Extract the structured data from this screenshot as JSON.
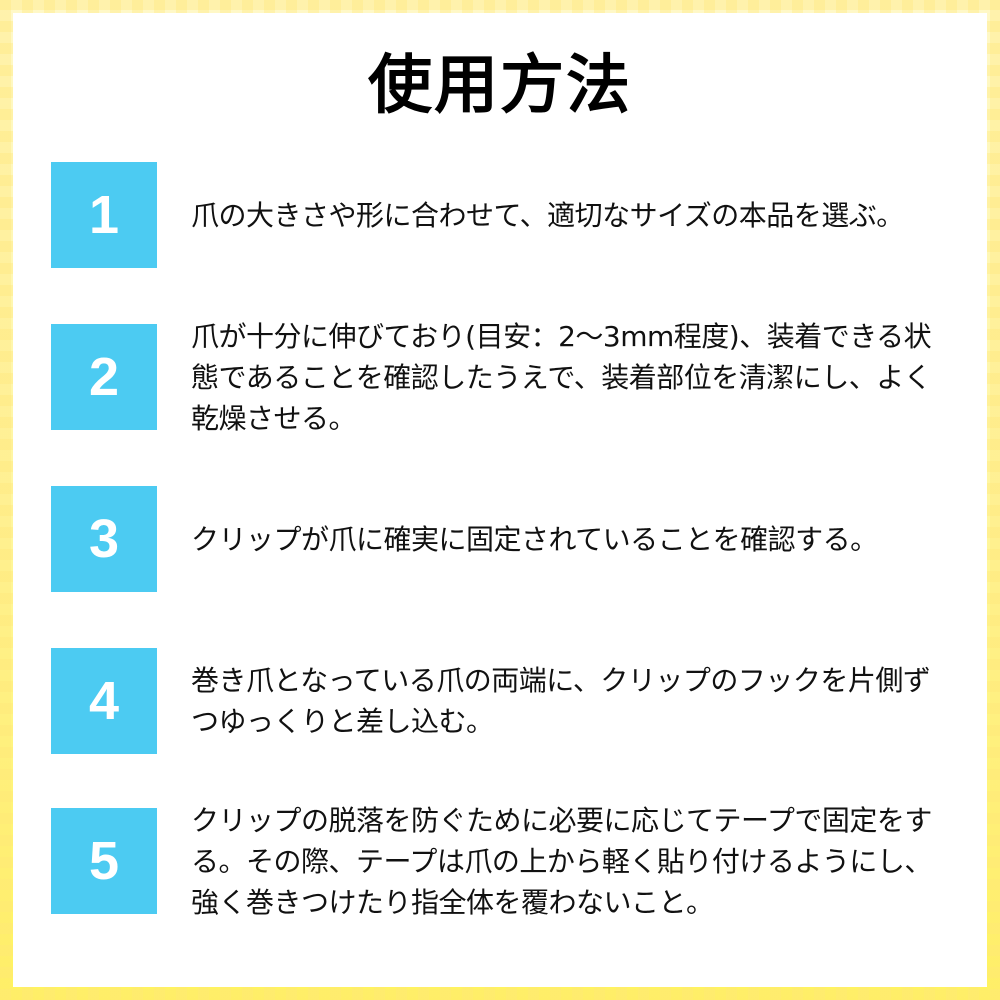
{
  "title": "使用方法",
  "colors": {
    "number_box": "#4ccbf2",
    "border_top": "#fff8c8",
    "border_bottom": "#fff35e",
    "panel": "#ffffff",
    "text": "#111111"
  },
  "steps": [
    {
      "number": "1",
      "text": "爪の大きさや形に合わせて、適切なサイズの本品を選ぶ。"
    },
    {
      "number": "2",
      "text": "爪が十分に伸びており(目安：2〜3mm程度)、装着できる状態であることを確認したうえで、装着部位を清潔にし、よく乾燥させる。"
    },
    {
      "number": "3",
      "text": "クリップが爪に確実に固定されていることを確認する。"
    },
    {
      "number": "4",
      "text": "巻き爪となっている爪の両端に、クリップのフックを片側ずつゆっくりと差し込む。"
    },
    {
      "number": "5",
      "text": "クリップの脱落を防ぐために必要に応じてテープで固定をする。その際、テープは爪の上から軽く貼り付けるようにし、強く巻きつけたり指全体を覆わないこと。"
    }
  ]
}
